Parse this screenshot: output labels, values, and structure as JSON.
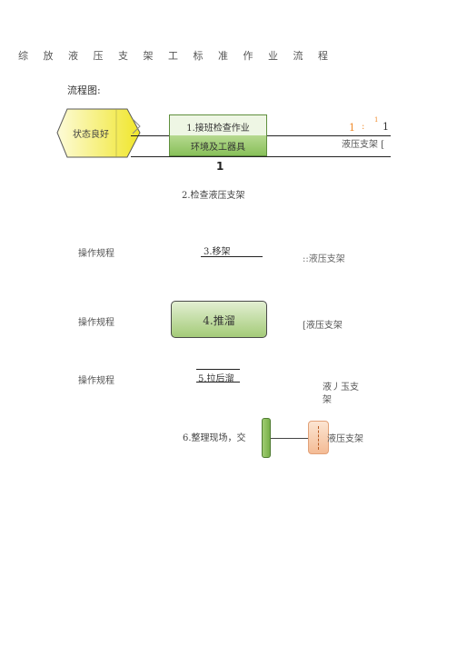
{
  "document": {
    "title": "综 放 液 压 支 架 工 标 准 作 业 流 程",
    "section_label": "流程图:"
  },
  "start_node": {
    "label": "状态良好"
  },
  "step1": {
    "title": "1.接班检查作业",
    "subtitle": "环境及工器具"
  },
  "right_col": {
    "r1_num": "1",
    "r1_colon": ":",
    "r1_sup": "1",
    "r1_num2": "1",
    "r1_label": "液压支架 [",
    "r3_label": "::液压支架",
    "r4_label": "[液压支架",
    "r5_label_line1": "液丿玉支",
    "r5_label_line2": "架",
    "r6_label": "液压支架"
  },
  "bold_marker": "1",
  "steps": {
    "step2": "2.检查液压支架",
    "step3": "3.移架",
    "step4": "4.推溜",
    "step5": "5.拉后溜",
    "step6": "6.整理现场，交"
  },
  "side_labels": {
    "op1": "操作规程",
    "op2": "操作规程",
    "op3": "操作规程"
  },
  "colors": {
    "start_fill": "#f3ee3a",
    "box_green": "#9fcb72",
    "accent_orange": "#f08a2a",
    "library_fill": "#f4bb95"
  }
}
